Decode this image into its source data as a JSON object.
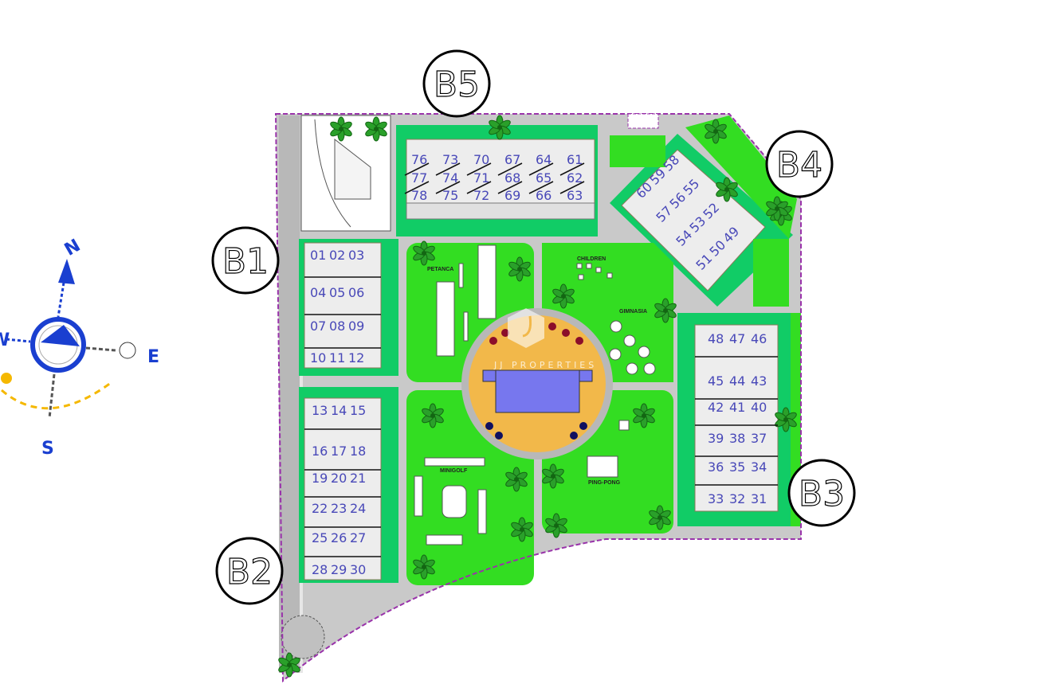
{
  "colors": {
    "lawn": "#33dd22",
    "garden": "#11cc66",
    "road": "#c4c4c4",
    "units": "#4848b8",
    "boundary": "#9933aa",
    "pool": "#7777ee",
    "deck": "#f2b84a",
    "compass": "#1a3fd0",
    "sun": "#f5b800"
  },
  "compass": {
    "north": "N",
    "south": "S",
    "east": "E",
    "west": "W"
  },
  "watermark": "JJ PROPERTIES",
  "amenities": {
    "petanca": "PETANCA",
    "children": "CHILDREN",
    "gimnasia": "GIMNASIA",
    "minigolf": "MINIGOLF",
    "pingpong": "PING-PONG"
  },
  "blocks": {
    "b1": {
      "label": "B1",
      "rows": [
        [
          "01",
          "02",
          "03"
        ],
        [
          "04",
          "05",
          "06"
        ],
        [
          "07",
          "08",
          "09"
        ],
        [
          "10",
          "11",
          "12"
        ]
      ]
    },
    "b2": {
      "label": "B2",
      "rows": [
        [
          "13",
          "14",
          "15"
        ],
        [
          "16",
          "17",
          "18"
        ],
        [
          "19",
          "20",
          "21"
        ],
        [
          "22",
          "23",
          "24"
        ],
        [
          "25",
          "26",
          "27"
        ],
        [
          "28",
          "29",
          "30"
        ]
      ]
    },
    "b3": {
      "label": "B3",
      "rows": [
        [
          "48",
          "47",
          "46"
        ],
        [
          "45",
          "44",
          "43"
        ],
        [
          "42",
          "41",
          "40"
        ],
        [
          "39",
          "38",
          "37"
        ],
        [
          "36",
          "35",
          "34"
        ],
        [
          "33",
          "32",
          "31"
        ]
      ]
    },
    "b4": {
      "label": "B4",
      "rows": [
        [
          "60",
          "59",
          "58"
        ],
        [
          "57",
          "56",
          "55"
        ],
        [
          "54",
          "53",
          "52"
        ],
        [
          "51",
          "50",
          "49"
        ]
      ]
    },
    "b5": {
      "label": "B5",
      "columns": [
        [
          "76",
          "77",
          "78"
        ],
        [
          "73",
          "74",
          "75"
        ],
        [
          "70",
          "71",
          "72"
        ],
        [
          "67",
          "68",
          "69"
        ],
        [
          "64",
          "65",
          "66"
        ],
        [
          "61",
          "62",
          "63"
        ]
      ]
    }
  }
}
